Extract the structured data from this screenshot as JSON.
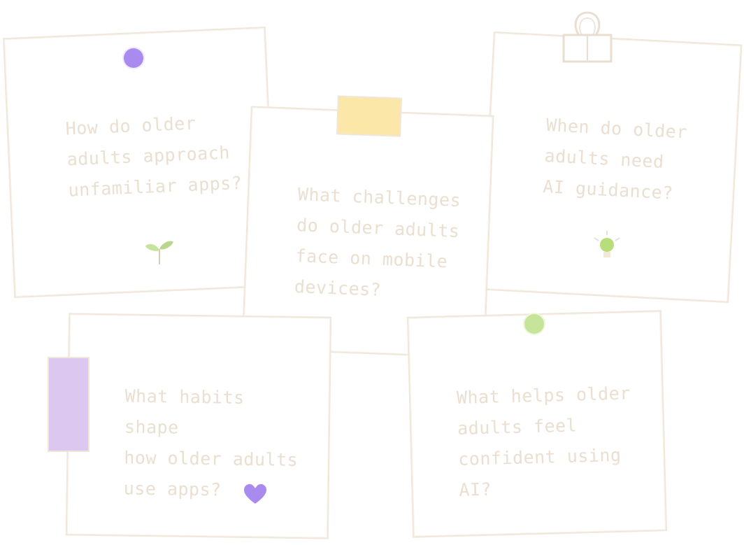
{
  "notes": [
    {
      "text": "How do older\nadults approach\nunfamiliar apps?"
    },
    {
      "text": "What challenges\ndo older adults\nface on mobile\ndevices?"
    },
    {
      "text": "When do older\nadults need\nAI guidance?"
    },
    {
      "text": "What habits shape\nhow older adults\nuse apps?"
    },
    {
      "text": "What helps older\nadults feel\nconfident using AI?"
    }
  ],
  "colors": {
    "note_text": "#eadfd0",
    "note_border": "#efe7dc",
    "pin_purple": "#a98bef",
    "pin_green": "#c6e59a",
    "tape_yellow": "#fbe7a8",
    "tape_purple": "#dcc7f1",
    "sprout": "#b8d88f",
    "bulb": "#b8de7c",
    "heart": "#a98bef"
  },
  "decorations": {
    "note_1_icon": "sprout-icon",
    "note_3_icon": "lightbulb-icon",
    "note_4_icon": "heart-icon",
    "note_1_fastener": "purple-pin",
    "note_2_fastener": "yellow-tape",
    "note_3_fastener": "binder-clip",
    "note_4_fastener": "purple-tape",
    "note_5_fastener": "green-pin"
  }
}
